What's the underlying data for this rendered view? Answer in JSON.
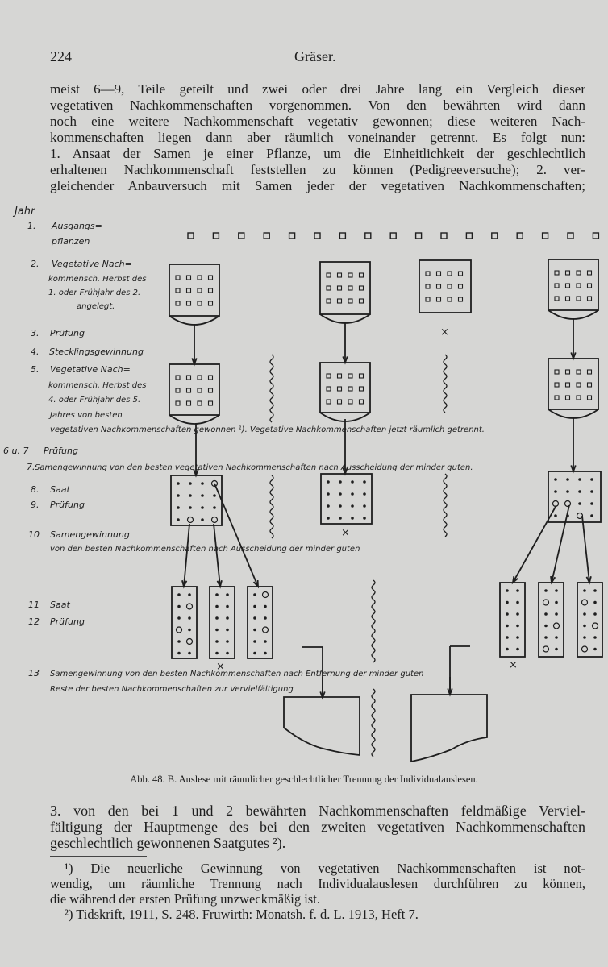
{
  "header": {
    "page_number": "224",
    "running_title": "Gräser."
  },
  "body_lines": [
    "meist 6—9, Teile geteilt und zwei oder drei Jahre lang ein Vergleich dieser",
    "vegetativen Nachkommenschaften vorgenommen. Von den bewährten wird dann",
    "noch eine weitere Nachkommenschaft vegetativ gewonnen; diese weiteren Nach-",
    "kommenschaften liegen dann aber räumlich voneinander getrennt. Es folgt nun:",
    "1. Ansaat der Samen je einer Pflanze, um die Einheitlichkeit der geschlechtlich",
    "erhaltenen Nachkommenschaft feststellen zu können (Pedigreeversuche); 2. ver-",
    "gleichender Anbauversuch mit Samen jeder der vegetativen Nachkommenschaften;"
  ],
  "figure": {
    "jahr": "Jahr",
    "labels": [
      {
        "num": "1.",
        "lines": [
          "Ausgangs=",
          "pflanzen"
        ]
      },
      {
        "num": "2.",
        "lines": [
          "Vegetative Nach=",
          "kommensch. Herbst des",
          "1. oder Frühjahr des 2.",
          "angelegt."
        ]
      },
      {
        "num": "3.",
        "lines": [
          "Prüfung"
        ]
      },
      {
        "num": "4.",
        "lines": [
          "Stecklingsgewinnung"
        ]
      },
      {
        "num": "5.",
        "lines": [
          "Vegetative Nach=",
          "kommensch. Herbst des",
          "4. oder Frühjahr des 5.",
          "Jahres von besten"
        ]
      },
      {
        "num": "6 u. 7",
        "lines": [
          "Prüfung"
        ]
      },
      {
        "num": "7.",
        "lines": [
          "Samengewinnung von den besten vegetativen Nachkommenschaften nach Ausscheidung der minder guten."
        ]
      },
      {
        "num": "8.",
        "lines": [
          "Saat"
        ]
      },
      {
        "num": "9.",
        "lines": [
          "Prüfung"
        ]
      },
      {
        "num": "10",
        "lines": [
          "Samengewinnung",
          "von den besten Nachkommenschaften nach Ausscheidung der minder guten"
        ]
      },
      {
        "num": "11",
        "lines": [
          "Saat"
        ]
      },
      {
        "num": "12",
        "lines": [
          "Prüfung"
        ]
      },
      {
        "num": "13",
        "lines": [
          "Samengewinnung von den besten Nachkommenschaften nach Entfernung der minder guten",
          "Reste der besten Nachkommenschaften zur Vervielfältigung"
        ]
      }
    ],
    "line_5_cont": "vegetativen Nachkommenschaften gewonnen ¹). Vegetative Nachkommenschaften jetzt räumlich getrennt.",
    "cross": "×",
    "caption": "Abb. 48.  B. Auslese mit räumlicher geschlechtlicher Trennung der Individualauslesen."
  },
  "para3_lines": [
    "3. von den bei 1 und 2 bewährten Nachkommenschaften feldmäßige Verviel-",
    "fältigung der Hauptmenge des bei den zweiten vegetativen Nachkommenschaften",
    "geschlechtlich gewonnenen Saatgutes ²)."
  ],
  "footnotes": [
    "¹) Die neuerliche Gewinnung von vegetativen Nachkommenschaften ist not-",
    "wendig, um räumliche Trennung nach Individualauslesen durchführen zu können,",
    "die während der ersten Prüfung unzweckmäßig ist.",
    "²) Tidskrift, 1911, S. 248. Fruwirth: Monatsh. f. d. L. 1913, Heft 7."
  ]
}
